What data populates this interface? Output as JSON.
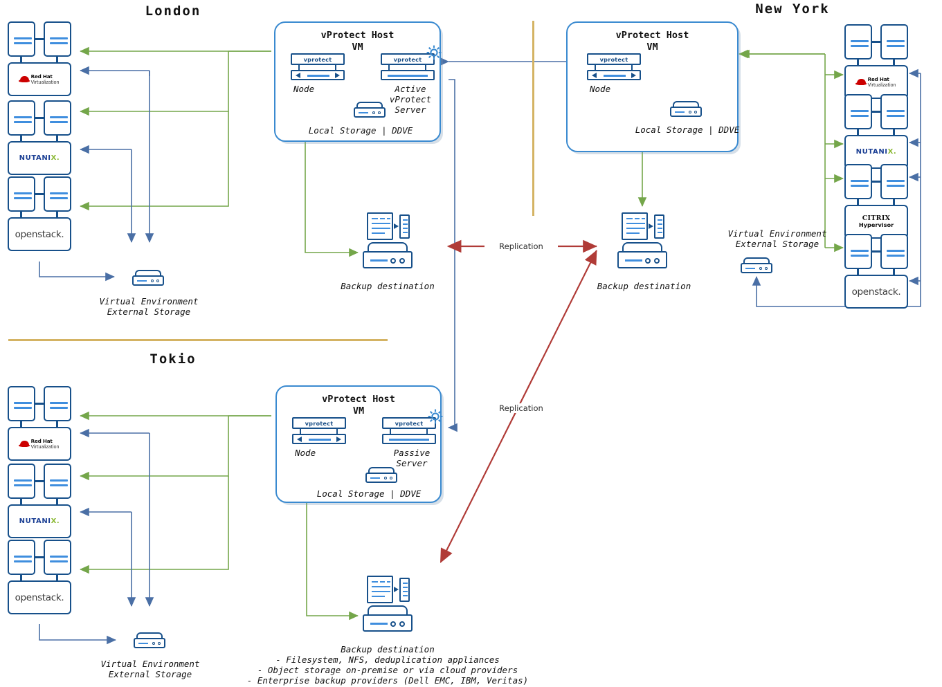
{
  "diagram": {
    "title_london": "London",
    "title_new_york": "New York",
    "title_tokio": "Tokio"
  },
  "sites": {
    "london": {
      "name": "London",
      "hypervisors": [
        {
          "name": "Red Hat Virtualization",
          "logo": "redhat",
          "line1": "Red Hat",
          "line2": "Virtualization"
        },
        {
          "name": "Nutanix",
          "logo": "nutanix",
          "line1": "NUTANI",
          "line2": "X."
        },
        {
          "name": "openstack",
          "logo": "openstack",
          "line1": "openstack."
        }
      ],
      "external_storage_label": "Virtual Environment\nExternal Storage",
      "external_storage_line1": "Virtual Environment",
      "external_storage_line2": "External Storage",
      "host": {
        "title_line1": "vProtect Host",
        "title_line2": "VM",
        "node_badge": "vprotect",
        "node_label": "Node",
        "server_badge": "vprotect",
        "server_label_line1": "Active",
        "server_label_line2": "vProtect",
        "server_label_line3": "Server",
        "storage_label": "Local Storage | DDVE"
      },
      "backup_destination_label": "Backup destination"
    },
    "new_york": {
      "name": "New York",
      "hypervisors": [
        {
          "name": "Red Hat Virtualization",
          "logo": "redhat",
          "line1": "Red Hat",
          "line2": "Virtualization"
        },
        {
          "name": "Nutanix",
          "logo": "nutanix",
          "line1": "NUTANI",
          "line2": "X."
        },
        {
          "name": "Citrix Hypervisor",
          "logo": "citrix",
          "line1": "CITRIX",
          "line2": "Hypervisor"
        },
        {
          "name": "openstack",
          "logo": "openstack",
          "line1": "openstack."
        }
      ],
      "external_storage_line1": "Virtual Environment",
      "external_storage_line2": "External Storage",
      "host": {
        "title_line1": "vProtect Host",
        "title_line2": "VM",
        "node_badge": "vprotect",
        "node_label": "Node",
        "storage_label": "Local Storage | DDVE"
      },
      "backup_destination_label": "Backup destination"
    },
    "tokio": {
      "name": "Tokio",
      "hypervisors": [
        {
          "name": "Red Hat Virtualization",
          "logo": "redhat",
          "line1": "Red Hat",
          "line2": "Virtualization"
        },
        {
          "name": "Nutanix",
          "logo": "nutanix",
          "line1": "NUTANI",
          "line2": "X."
        },
        {
          "name": "openstack",
          "logo": "openstack",
          "line1": "openstack."
        }
      ],
      "external_storage_line1": "Virtual Environment",
      "external_storage_line2": "External Storage",
      "host": {
        "title_line1": "vProtect Host",
        "title_line2": "VM",
        "node_badge": "vprotect",
        "node_label": "Node",
        "server_badge": "vprotect",
        "server_label_line1": "Passive",
        "server_label_line2": "Server",
        "storage_label": "Local Storage | DDVE"
      },
      "backup_destination": {
        "title": "Backup destination",
        "bullets": [
          "- Filesystem, NFS, deduplication appliances",
          "- Object storage on-premise or via cloud providers",
          "- Enterprise backup providers (Dell EMC, IBM, Veritas)"
        ],
        "bullet1": "- Filesystem, NFS, deduplication appliances",
        "bullet2": "- Object storage on-premise or via cloud providers",
        "bullet3": "- Enterprise backup providers (Dell EMC, IBM, Veritas)"
      }
    }
  },
  "connections": {
    "replication_top_label": "Replication",
    "replication_diagonal_label": "Replication"
  },
  "colors": {
    "hypervisor_border": "#17508a",
    "accent_blue": "#3f8ede",
    "host_border": "#3a8ad0",
    "arrow_green": "#74a64a",
    "arrow_blue": "#4a6fa5",
    "replication_red": "#b03b37",
    "divider_gold": "#d4b363"
  }
}
